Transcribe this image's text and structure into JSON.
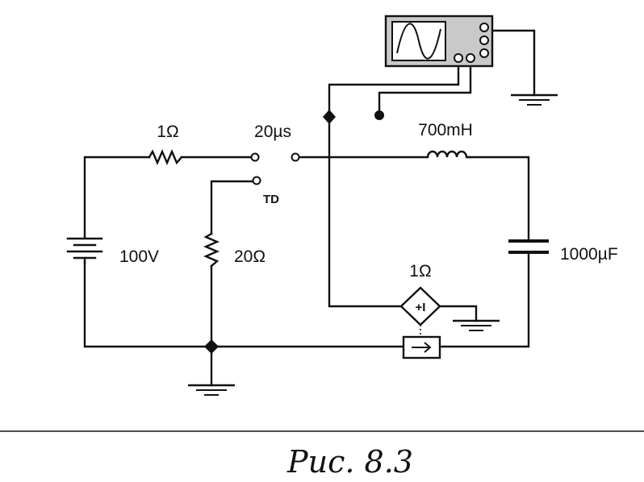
{
  "schematic": {
    "labels": {
      "resistor_top": "1Ω",
      "switch_time": "20µs",
      "switch_contact": "TD",
      "inductor": "700mH",
      "battery": "100V",
      "resistor_vertical": "20Ω",
      "capacitor": "1000µF",
      "dependent_source": "1Ω"
    },
    "source_symbol": "+I",
    "caption": "Рис. 8.3"
  }
}
